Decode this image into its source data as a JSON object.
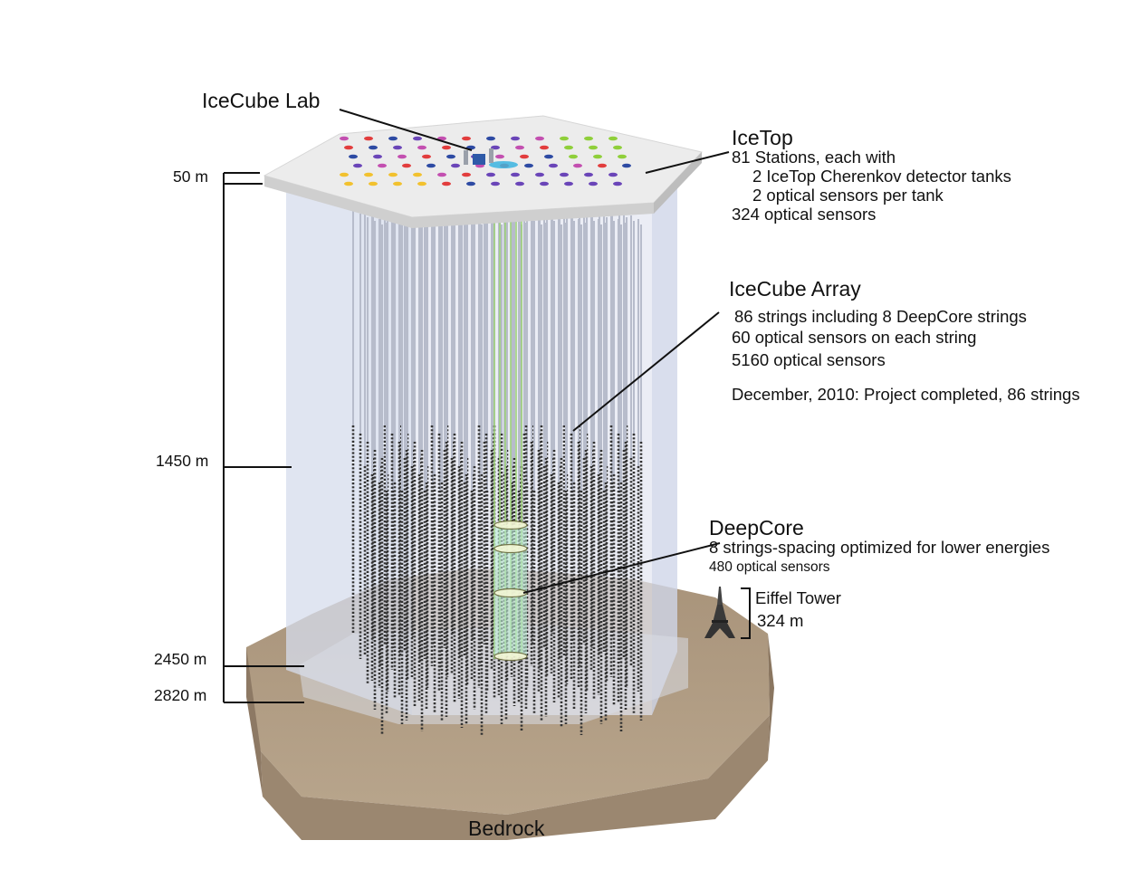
{
  "labels": {
    "lab": "IceCube Lab",
    "bedrock": "Bedrock"
  },
  "icetop": {
    "title": "IceTop",
    "lines": [
      "81 Stations, each with",
      "2 IceTop Cherenkov detector tanks",
      "2 optical sensors per tank",
      "324 optical sensors"
    ]
  },
  "array": {
    "title": "IceCube Array",
    "lines": [
      "86 strings including 8 DeepCore strings",
      "60 optical sensors on each string",
      "5160 optical sensors"
    ],
    "note": "December, 2010: Project completed, 86 strings"
  },
  "deepcore": {
    "title": "DeepCore",
    "lines": [
      "8 strings-spacing optimized for lower energies",
      "480 optical sensors"
    ]
  },
  "eiffel": {
    "name": "Eiffel Tower",
    "height": "324 m"
  },
  "depths": [
    "50 m",
    "1450 m",
    "2450 m",
    "2820 m"
  ],
  "colors": {
    "ice_column": "#dde3f0",
    "surface": "#eeeeee",
    "ground": "#b09c84",
    "ground_side": "#9c8770",
    "bedrock": "#b5a489",
    "string": "#b7bccb",
    "sensor": "#333333",
    "deepcore_string": "#9fd37a",
    "deepcore_volume": "#bff0d8",
    "station_colors": [
      "#c34fb0",
      "#e23d3d",
      "#2d4aa3",
      "#6a45b8",
      "#f2c12e",
      "#8fcf3a",
      "#3bb4e0"
    ]
  }
}
